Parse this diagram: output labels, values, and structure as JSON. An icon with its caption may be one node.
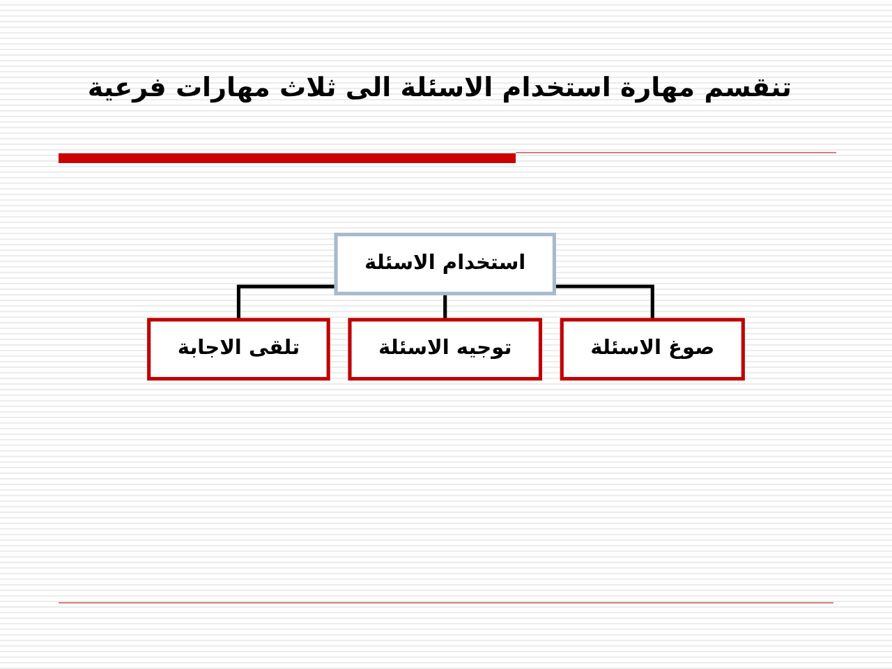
{
  "diagram": {
    "title": "تنقسم مهارة استخدام الاسئلة الى ثلاث مهارات فرعية",
    "nodes": [
      {
        "text": [
          "استخدام الاسئلة"
        ]
      },
      {
        "text": [
          "صوغ الاسئلة"
        ]
      },
      {
        "text": [
          "توجيه الاسئلة"
        ]
      },
      {
        "text": [
          "تلقى الاجابة"
        ]
      }
    ],
    "edges": [
      {
        "from": 0,
        "to": 1,
        "arrow": "none"
      },
      {
        "from": 0,
        "to": 2,
        "arrow": "none"
      },
      {
        "from": 0,
        "to": 3,
        "arrow": "none"
      }
    ]
  }
}
